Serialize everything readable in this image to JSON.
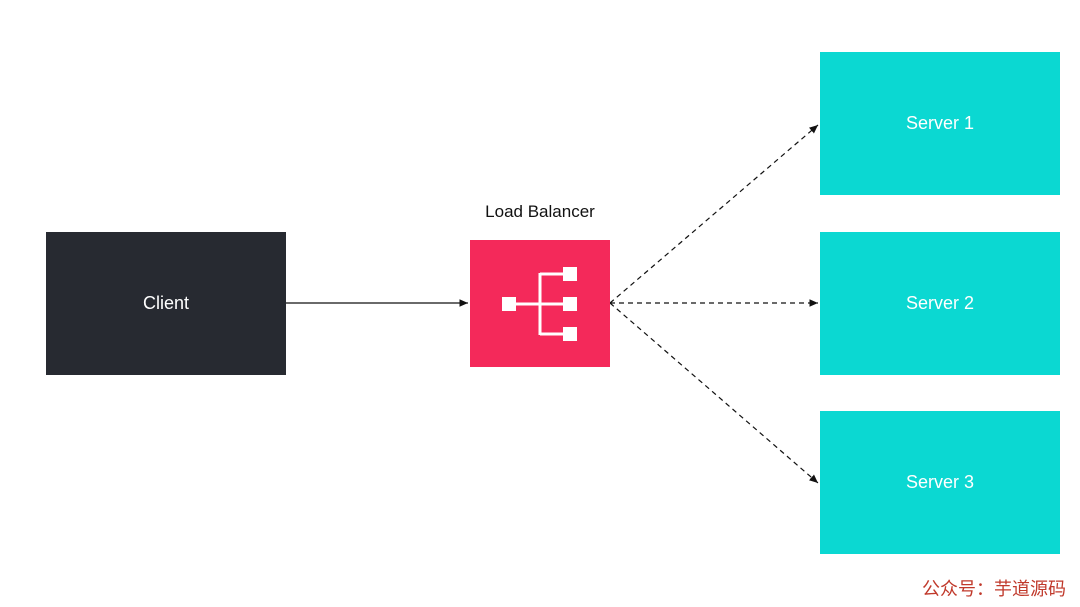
{
  "diagram": {
    "client": {
      "label": "Client",
      "color": "#272a31"
    },
    "load_balancer": {
      "title": "Load Balancer",
      "color": "#f4295a",
      "icon": "hierarchy-icon"
    },
    "servers": [
      {
        "label": "Server 1"
      },
      {
        "label": "Server 2"
      },
      {
        "label": "Server 3"
      }
    ],
    "server_color": "#0bd8d2",
    "edges": [
      {
        "from": "Client",
        "to": "Load Balancer",
        "style": "solid"
      },
      {
        "from": "Load Balancer",
        "to": "Server 1",
        "style": "dashed"
      },
      {
        "from": "Load Balancer",
        "to": "Server 2",
        "style": "dashed"
      },
      {
        "from": "Load Balancer",
        "to": "Server 3",
        "style": "dashed"
      }
    ]
  },
  "watermark": {
    "text": "公众号：芋道源码"
  }
}
